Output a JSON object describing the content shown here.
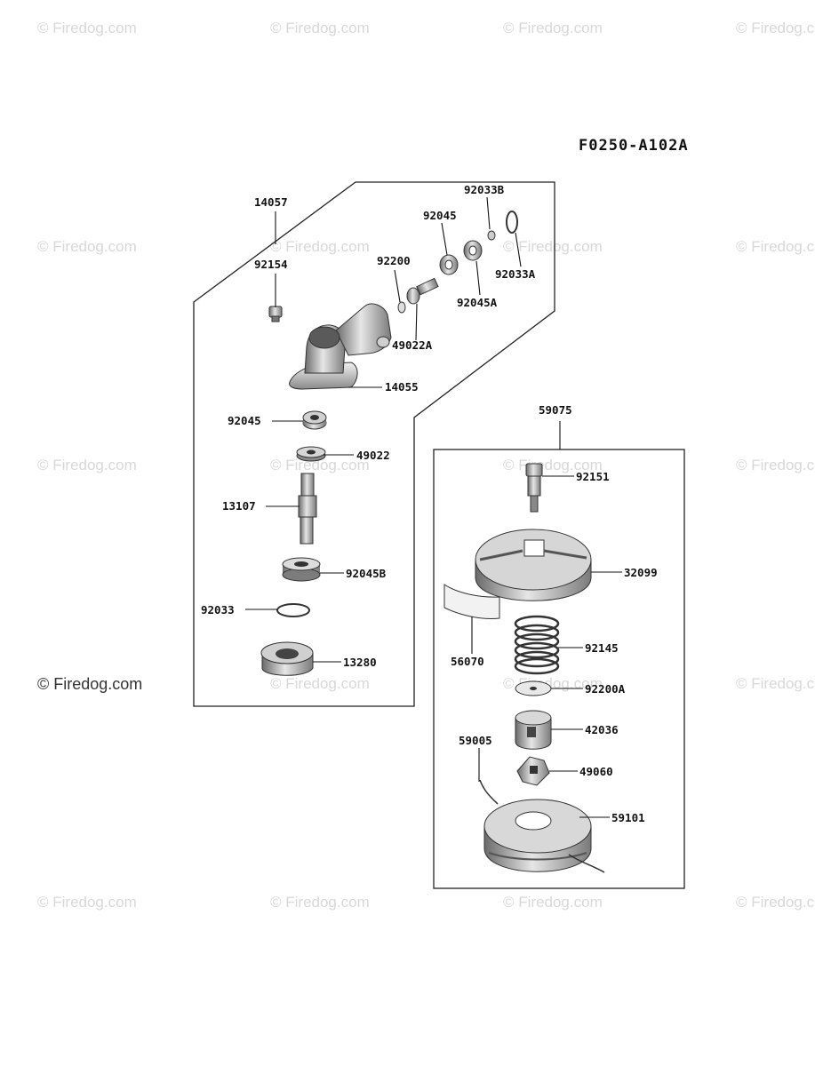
{
  "diagram_code": "F0250-A102A",
  "watermark_text": "© Firedog.com",
  "watermark_main": "© Firedog.com",
  "parts": {
    "p14057": "14057",
    "p92154": "92154",
    "p92200": "92200",
    "p92045_top": "92045",
    "p92033B": "92033B",
    "p92033A": "92033A",
    "p92045A": "92045A",
    "p49022A": "49022A",
    "p14055": "14055",
    "p92045_mid": "92045",
    "p49022": "49022",
    "p13107": "13107",
    "p92045B": "92045B",
    "p92033": "92033",
    "p13280": "13280",
    "p59075": "59075",
    "p92151": "92151",
    "p32099": "32099",
    "p56070": "56070",
    "p92145": "92145",
    "p92200A": "92200A",
    "p42036": "42036",
    "p59005": "59005",
    "p49060": "49060",
    "p59101": "59101"
  }
}
